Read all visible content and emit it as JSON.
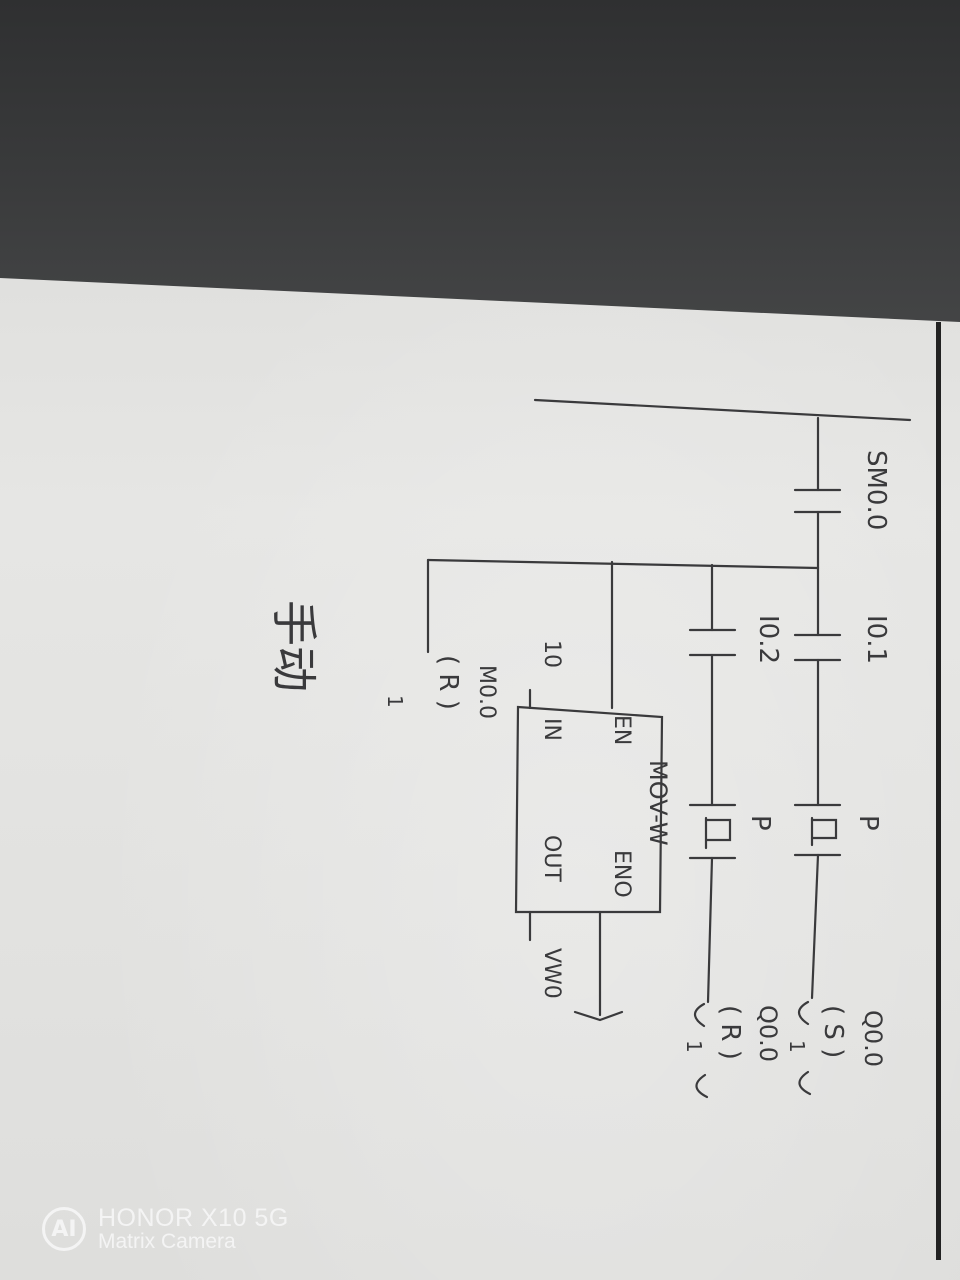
{
  "photo": {
    "subject": "hand-drawn PLC ladder diagram on paper, rotated 90 degrees",
    "colors": {
      "ink": "#3a3a3c",
      "paper": "#e3e3e1",
      "background": "#3a3b3c"
    }
  },
  "ladder": {
    "contacts": {
      "first_scan": "SM0.0",
      "input_1": "I0.1",
      "input_2": "I0.2"
    },
    "edge_label_1": "P",
    "edge_label_2": "P",
    "coils": {
      "set_output": "Q0.0",
      "set_symbol": "( S )",
      "reset_output": "Q0.0",
      "reset_symbol": "( R )",
      "reset_memory": "M0.0",
      "reset_memory_symbol": "( R )"
    },
    "coil_count_1": "1",
    "coil_count_2": "1",
    "coil_count_3": "1",
    "box": {
      "name": "MOV-W",
      "en": "EN",
      "eno": "ENO",
      "in": "IN",
      "out": "OUT",
      "in_value": "10",
      "out_value": "VW0"
    },
    "note": "手动"
  },
  "watermark": {
    "badge": "AI",
    "brand": "HONOR X10 5G",
    "sub": "Matrix Camera"
  }
}
